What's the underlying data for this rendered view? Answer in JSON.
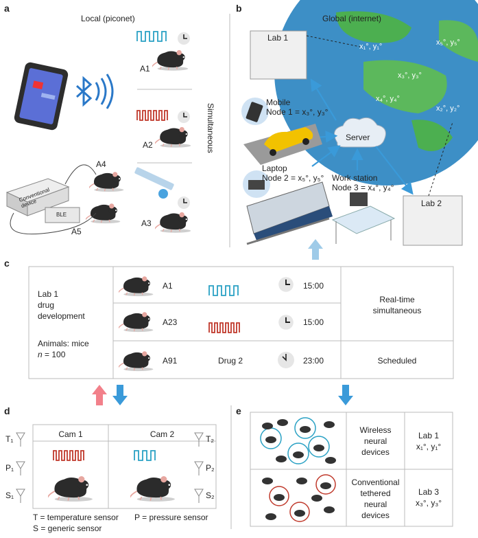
{
  "panels": {
    "a": "a",
    "b": "b",
    "c": "c",
    "d": "d",
    "e": "e"
  },
  "panel_a": {
    "title": "Local (piconet)",
    "side_label": "Simultaneous",
    "animals": {
      "a1": "A1",
      "a2": "A2",
      "a3": "A3",
      "a4": "A4",
      "a5": "A5"
    },
    "device_label": "Conventional device",
    "ble_label": "BLE"
  },
  "panel_b": {
    "title": "Global (internet)",
    "lab1": "Lab 1",
    "lab2": "Lab 2",
    "server": "Server",
    "mobile_name": "Mobile",
    "mobile_node": "Node 1 = x₃°, y₃°",
    "laptop_name": "Laptop",
    "laptop_node": "Node 2 = x₅°, y₅°",
    "ws_name": "Work station",
    "ws_node": "Node 3 = x₄°, y₄°",
    "globe_points": [
      "x₁°, y₁°",
      "x₅°, y₅°",
      "x₃°, y₃°",
      "x₄°, y₄°",
      "x₂°, y₂°"
    ]
  },
  "panel_c": {
    "lab_line1": "Lab 1",
    "lab_line2": "drug",
    "lab_line3": "development",
    "animals_line": "Animals: mice",
    "n_line_prefix": "n",
    "n_line_suffix": " = 100",
    "rows": [
      {
        "animal": "A1",
        "time": "15:00"
      },
      {
        "animal": "A23",
        "time": "15:00"
      },
      {
        "animal": "A91",
        "stim": "Drug 2",
        "time": "23:00"
      }
    ],
    "mode_realtime_1": "Real-time",
    "mode_realtime_2": "simultaneous",
    "mode_scheduled": "Scheduled"
  },
  "panel_d": {
    "cam1": "Cam 1",
    "cam2": "Cam 2",
    "sensors_left": [
      "T₁",
      "P₁",
      "S₁"
    ],
    "sensors_right": [
      "T₂",
      "P₂",
      "S₂"
    ],
    "legend_t": "T = temperature sensor",
    "legend_p": "P = pressure sensor",
    "legend_s": "S = generic sensor"
  },
  "panel_e": {
    "row1_desc": [
      "Wireless",
      "neural",
      "devices"
    ],
    "row1_lab": "Lab 1",
    "row1_coord": "x₁°, y₁°",
    "row2_desc": [
      "Conventional",
      "tethered",
      "neural",
      "devices"
    ],
    "row2_lab": "Lab 3",
    "row2_coord": "x₃°, y₃°"
  },
  "colors": {
    "blue": "#29a1c4",
    "red": "#c0392b",
    "arrow": "#3a9ad9",
    "globe": "#3d8fc6",
    "land": "#4caf50"
  }
}
